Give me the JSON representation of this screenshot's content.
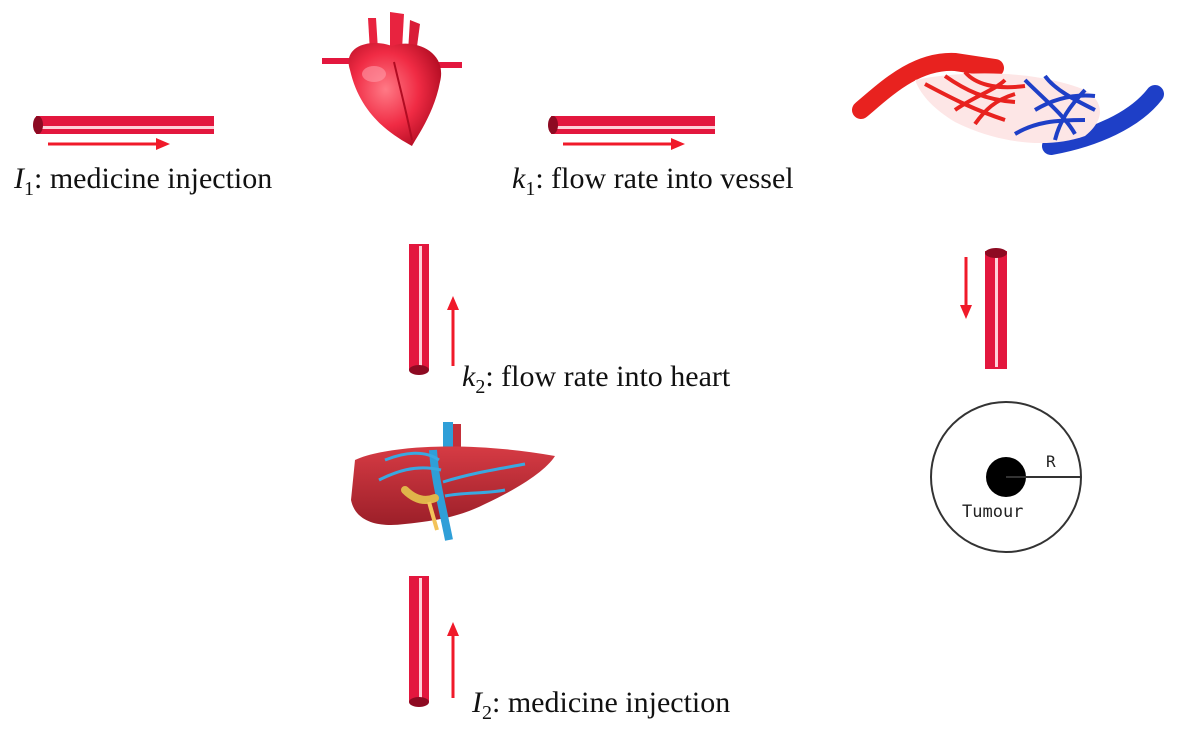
{
  "labels": {
    "i1": {
      "var": "I",
      "sub": "1",
      "text": ": medicine injection"
    },
    "k1": {
      "var": "k",
      "sub": "1",
      "text": ": flow rate into vessel"
    },
    "k2": {
      "var": "k",
      "sub": "2",
      "text": ":  flow rate into heart"
    },
    "i2": {
      "var": "I",
      "sub": "2",
      "text": ": medicine injection"
    }
  },
  "tumour": {
    "radius_label": "R",
    "label": "Tumour"
  },
  "icons": {
    "heart": "heart-icon",
    "capillary": "capillary-bed-icon",
    "liver": "liver-icon",
    "tumour": "tumour-diagram-icon"
  },
  "colors": {
    "vessel": "#e3173e",
    "vessel_dark": "#b80d2d",
    "arrow": "#f01a2a",
    "vein_blue": "#1e3fc7",
    "liver": "#c4303a",
    "liver_vessel": "#2f9fd8"
  }
}
